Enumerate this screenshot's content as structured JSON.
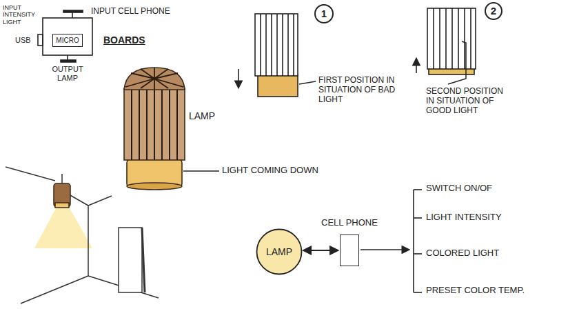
{
  "diagram": {
    "nodes": [
      {
        "text": [
          "MICRO"
        ]
      },
      {
        "text": [
          "LAMP"
        ]
      },
      {
        "text": [
          "CELL PHONE"
        ]
      }
    ],
    "edges": [
      {
        "from": 1,
        "to": 2,
        "arrow": "both"
      }
    ],
    "labels": [
      "INPUT INTENSITY LIGHT",
      "INPUT CELL PHONE",
      "USB",
      "OUTPUT LAMP",
      "BOARDS",
      "LAMP",
      "LIGHT COMING DOWN",
      "1",
      "FIRST POSITION IN SITUATION OF BAD LIGHT",
      "2",
      "SECOND POSITION IN SITUATION OF GOOD LIGHT",
      "SWITCH ON/OF",
      "LIGHT INTENSITY",
      "COLORED LIGHT",
      "PRESET COLOR TEMP."
    ]
  }
}
